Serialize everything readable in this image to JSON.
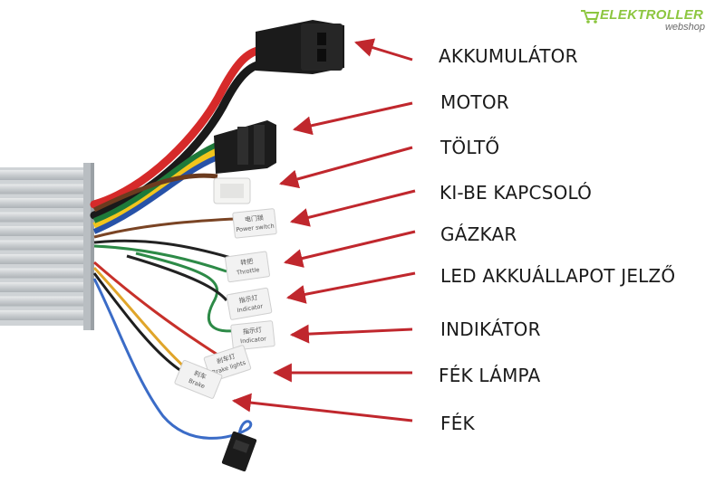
{
  "logo": {
    "name": "ELEKTROLLER",
    "sub": "webshop",
    "color": "#8cc63f"
  },
  "labels": [
    {
      "id": "akkumulator",
      "text": "AKKUMULÁTOR"
    },
    {
      "id": "motor",
      "text": "MOTOR"
    },
    {
      "id": "tolto",
      "text": "TÖLTŐ"
    },
    {
      "id": "ki-be-kapcsolo",
      "text": "KI-BE KAPCSOLÓ"
    },
    {
      "id": "gazkar",
      "text": "GÁZKAR"
    },
    {
      "id": "led-akkuallapot-jelzo",
      "text": "LED AKKUÁLLAPOT JELZŐ"
    },
    {
      "id": "indikator",
      "text": "INDIKÁTOR"
    },
    {
      "id": "fek-lampa",
      "text": "FÉK LÁMPA"
    },
    {
      "id": "fek",
      "text": "FÉK"
    }
  ],
  "connector_tags": [
    {
      "id": "power-switch",
      "line1": "电门锁",
      "line2": "Power switch"
    },
    {
      "id": "throttle",
      "line1": "转把",
      "line2": "Throttle"
    },
    {
      "id": "indicator-1",
      "line1": "指示灯",
      "line2": "Indicator"
    },
    {
      "id": "indicator-2",
      "line1": "指示灯",
      "line2": "Indicator"
    },
    {
      "id": "brake-lights",
      "line1": "刹车灯",
      "line2": "Brake lights"
    },
    {
      "id": "brake",
      "line1": "刹车",
      "line2": "Brake"
    }
  ],
  "colors": {
    "arrow": "#c0272d",
    "text": "#1a1a1a",
    "housing": "#d9dcde"
  }
}
